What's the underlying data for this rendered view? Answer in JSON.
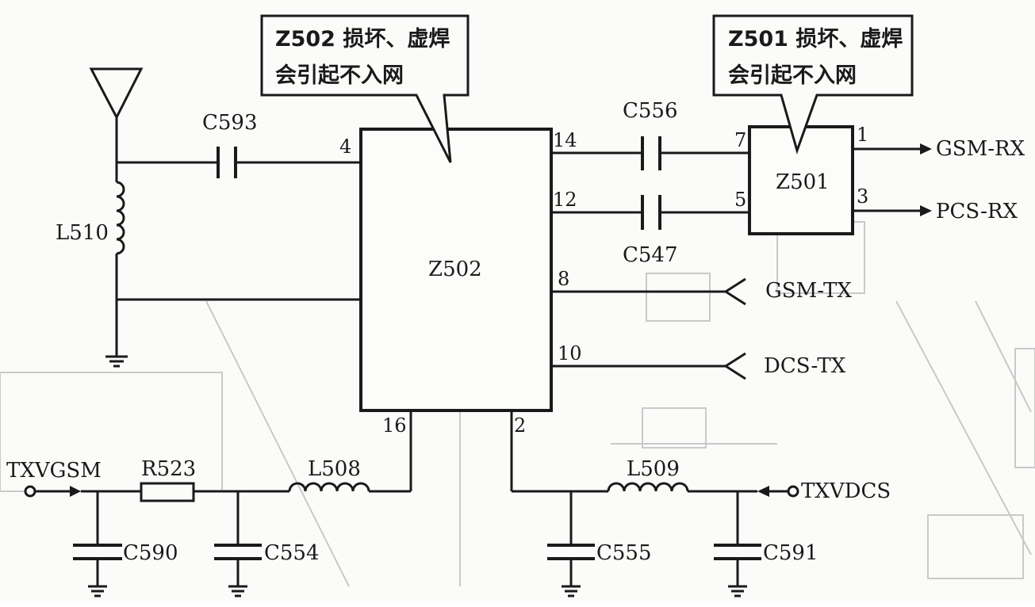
{
  "callouts": {
    "z502": [
      "Z502 损坏、虚焊",
      "会引起不入网"
    ],
    "z501": [
      "Z501 损坏、虚焊",
      "会引起不入网"
    ]
  },
  "components": {
    "z502": "Z502",
    "z501": "Z501",
    "c593": "C593",
    "l510": "L510",
    "c556": "C556",
    "c547": "C547",
    "r523": "R523",
    "l508": "L508",
    "l509": "L509",
    "c590": "C590",
    "c554": "C554",
    "c555": "C555",
    "c591": "C591"
  },
  "pins": {
    "z502_4": "4",
    "z502_14": "14",
    "z502_12": "12",
    "z502_8": "8",
    "z502_10": "10",
    "z502_16": "16",
    "z502_2": "2",
    "z501_7": "7",
    "z501_5": "5",
    "z501_1": "1",
    "z501_3": "3"
  },
  "signals": {
    "gsm_rx": "GSM-RX",
    "pcs_rx": "PCS-RX",
    "gsm_tx": "GSM-TX",
    "dcs_tx": "DCS-TX",
    "txvgsm": "TXVGSM",
    "txvdcs": "TXVDCS"
  },
  "colors": {
    "ink": "#1a1a1a",
    "paper": "#fbfbf9",
    "bleed": "#c9c9c9"
  }
}
